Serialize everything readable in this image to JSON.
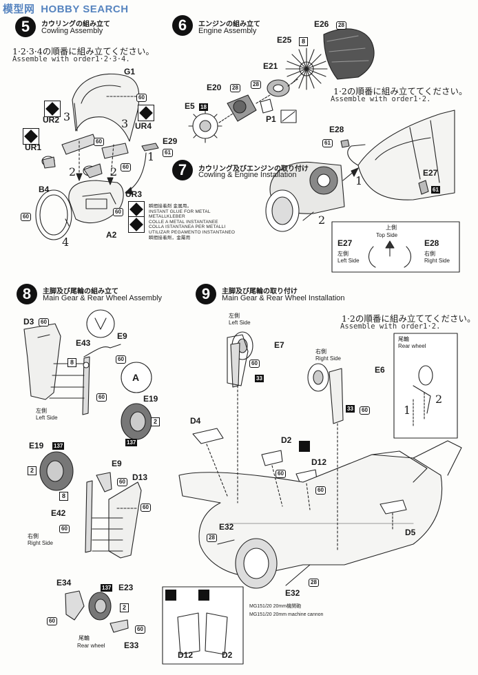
{
  "watermark": {
    "brand": "模型网",
    "title": "HOBBY SEARCH"
  },
  "steps": {
    "s5": {
      "number": "5",
      "title_jp": "カウリングの組み立て",
      "title_en": "Cowling Assembly",
      "note_jp": "1·2·3·4の順番に組み立てください。",
      "note_en": "Assemble with order1·2·3·4."
    },
    "s6": {
      "number": "6",
      "title_jp": "エンジンの組み立て",
      "title_en": "Engine Assembly",
      "note_jp": "1·2の順番に組み立ててください。",
      "note_en": "Assemble with order1·2."
    },
    "s7": {
      "number": "7",
      "title_jp": "カウリング及びエンジンの取り付け",
      "title_en": "Cowling & Engine Installation"
    },
    "s8": {
      "number": "8",
      "title_jp": "主脚及び尾輪の組み立て",
      "title_en": "Main Gear & Rear Wheel Assembly"
    },
    "s9": {
      "number": "9",
      "title_jp": "主脚及び尾輪の取り付け",
      "title_en": "Main Gear & Rear Wheel Installation",
      "note_jp": "1·2の順番に組み立ててください。",
      "note_en": "Assemble with order1·2."
    }
  },
  "glue_note": [
    "瞬間接着剤 金属用。",
    "INSTANT GLUE FOR METAL",
    "METALLKLEBER",
    "COLLE A METAL INSTANTANEE",
    "COLLA ISTANTANEA PER METALLI",
    "UTILIZAR PEGAMENTO INSTANTANEO",
    "瞬間接着劑，金屬用"
  ],
  "orientation_box": {
    "top_jp": "上側",
    "top_en": "Top Side",
    "left_part": "E27",
    "left_jp": "左側",
    "left_en": "Left Side",
    "right_part": "E28",
    "right_jp": "右側",
    "right_en": "Right Side"
  },
  "labels": {
    "left_side_jp": "左側",
    "left_side_en": "Left Side",
    "right_side_jp": "右側",
    "right_side_en": "Right Side",
    "rear_wheel_jp": "尾輪",
    "rear_wheel_en": "Rear wheel",
    "mg_jp": "MG151/20 20mm機関砲",
    "mg_en": "MG151/20 20mm machine cannon"
  },
  "callout_A": "A",
  "parts": {
    "G1": "G1",
    "UR1": "UR1",
    "UR2": "UR2",
    "UR3": "UR3",
    "UR4": "UR4",
    "E29": "E29",
    "B4": "B4",
    "A2": "A2",
    "E26": "E26",
    "E25": "E25",
    "E21": "E21",
    "E20": "E20",
    "E5": "E5",
    "P1": "P1",
    "E28": "E28",
    "E27": "E27",
    "D3": "D3",
    "E43": "E43",
    "E9": "E9",
    "E19": "E19",
    "D13": "D13",
    "E42": "E42",
    "E34": "E34",
    "E23": "E23",
    "E33": "E33",
    "E7": "E7",
    "E6": "E6",
    "D4": "D4",
    "D2": "D2",
    "D12": "D12",
    "D5": "D5",
    "E32": "E32"
  },
  "codes": {
    "c60": "60",
    "c61": "61",
    "c28": "28",
    "c18": "18",
    "c8": "8",
    "c137": "137",
    "c2": "2",
    "c33": "33"
  },
  "order_numbers": [
    "1",
    "2",
    "3",
    "4"
  ]
}
